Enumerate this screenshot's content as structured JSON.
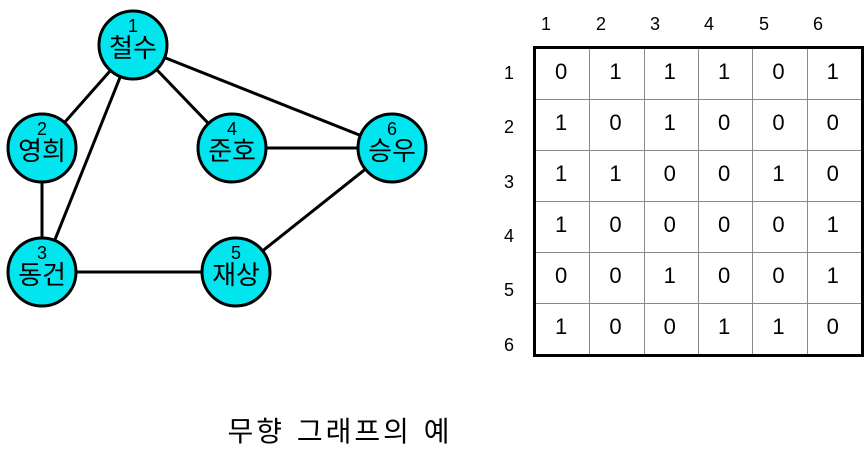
{
  "graph": {
    "node_color": "#00e5ee",
    "nodes": [
      {
        "num": "1",
        "name": "철수"
      },
      {
        "num": "2",
        "name": "영희"
      },
      {
        "num": "3",
        "name": "동건"
      },
      {
        "num": "4",
        "name": "준호"
      },
      {
        "num": "5",
        "name": "재상"
      },
      {
        "num": "6",
        "name": "승우"
      }
    ],
    "edges": [
      [
        1,
        2
      ],
      [
        1,
        3
      ],
      [
        1,
        4
      ],
      [
        1,
        6
      ],
      [
        2,
        3
      ],
      [
        3,
        5
      ],
      [
        4,
        6
      ],
      [
        5,
        6
      ]
    ]
  },
  "matrix": {
    "col_headers": [
      "1",
      "2",
      "3",
      "4",
      "5",
      "6"
    ],
    "row_headers": [
      "1",
      "2",
      "3",
      "4",
      "5",
      "6"
    ],
    "rows": [
      [
        "0",
        "1",
        "1",
        "1",
        "0",
        "1"
      ],
      [
        "1",
        "0",
        "1",
        "0",
        "0",
        "0"
      ],
      [
        "1",
        "1",
        "0",
        "0",
        "1",
        "0"
      ],
      [
        "1",
        "0",
        "0",
        "0",
        "0",
        "1"
      ],
      [
        "0",
        "0",
        "1",
        "0",
        "0",
        "1"
      ],
      [
        "1",
        "0",
        "0",
        "1",
        "1",
        "0"
      ]
    ]
  },
  "caption": "무향 그래프의 예"
}
